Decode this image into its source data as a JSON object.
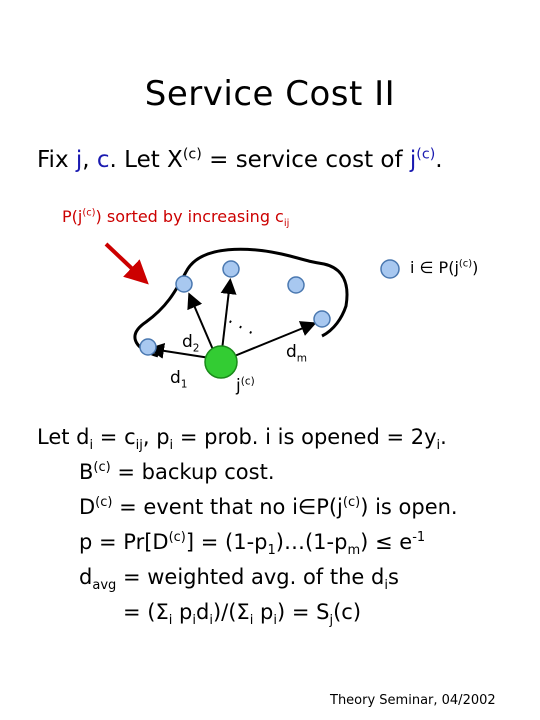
{
  "title": "Service Cost II",
  "line1": {
    "fix": "Fix ",
    "j": "j",
    "comma": ", ",
    "c": "c",
    "let": ". Let X",
    "sup_c": "(c)",
    "eq": " = service cost of ",
    "j2": "j",
    "sup_c2": "(c)",
    "period": "."
  },
  "sorted": {
    "pre": "P(j",
    "sup": "(c)",
    "post": ") sorted by increasing c",
    "sub": "ij"
  },
  "legend": {
    "pre": "i ∈ P(j",
    "sup": "(c)",
    "post": ")"
  },
  "diagram_labels": {
    "d2": "d",
    "d2_sub": "2",
    "d1": "d",
    "d1_sub": "1",
    "dm": "d",
    "dm_sub": "m",
    "jc": "j",
    "jc_sup": "(c)",
    "dots": ". . ."
  },
  "body": {
    "l1_a": "Let d",
    "l1_sub_i": "i",
    "l1_b": " = c",
    "l1_sub_ij": "ij",
    "l1_c": ",   p",
    "l1_sub_i2": "i",
    "l1_d": " = prob. i is opened = 2y",
    "l1_sub_i3": "i",
    "l1_e": ".",
    "l2_a": "B",
    "l2_sup": "(c)",
    "l2_b": " = backup cost.",
    "l3_a": "D",
    "l3_sup": "(c)",
    "l3_b": " = event that no i∈P(j",
    "l3_sup2": "(c)",
    "l3_c": ") is open.",
    "l4_a": "p = Pr[D",
    "l4_sup": "(c)",
    "l4_b": "] = (1-p",
    "l4_sub1": "1",
    "l4_c": ")…(1-p",
    "l4_subm": "m",
    "l4_d": ") ≤ e",
    "l4_sup2": "-1",
    "l5_a": "d",
    "l5_sub": "avg",
    "l5_b": " = weighted avg. of the d",
    "l5_sub2": "i",
    "l5_c": "s",
    "l6_a": "= (Σ",
    "l6_sub1": "i",
    "l6_b": " p",
    "l6_sub2": "i",
    "l6_c": "d",
    "l6_sub3": "i",
    "l6_d": ")/(Σ",
    "l6_sub4": "i",
    "l6_e": " p",
    "l6_sub5": "i",
    "l6_f": ") = S",
    "l6_sub6": "j",
    "l6_g": "(c)"
  },
  "footer": "Theory Seminar, 04/2002",
  "colors": {
    "blue": "#1a1ab0",
    "red": "#cc0000",
    "node_fill": "#a8c8f0",
    "center_fill": "#33cc33"
  }
}
